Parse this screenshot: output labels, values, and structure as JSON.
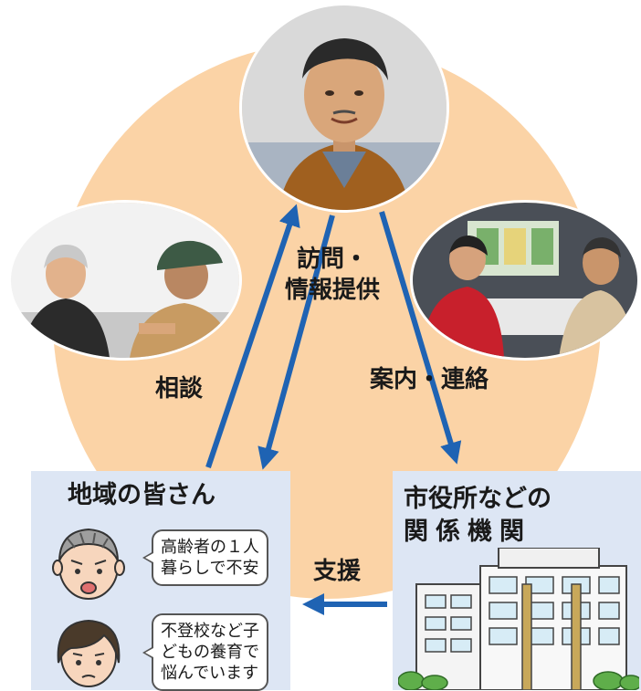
{
  "labels": {
    "visit_line1": "訪問・",
    "visit_line2": "情報提供",
    "consult": "相談",
    "guide": "案内・連絡",
    "support": "支援"
  },
  "residents": {
    "title": "地域の皆さん",
    "elder_bubble": [
      "高齢者の１人",
      "暮らしで不安"
    ],
    "parent_bubble": [
      "不登校など子",
      "どもの養育で",
      "悩んでいます"
    ]
  },
  "agencies": {
    "title_line1": "市役所などの",
    "title_line2": "関係機関"
  },
  "colors": {
    "circle": "#fbd3a6",
    "arrow": "#1f63b3",
    "box": "#dde6f4"
  }
}
